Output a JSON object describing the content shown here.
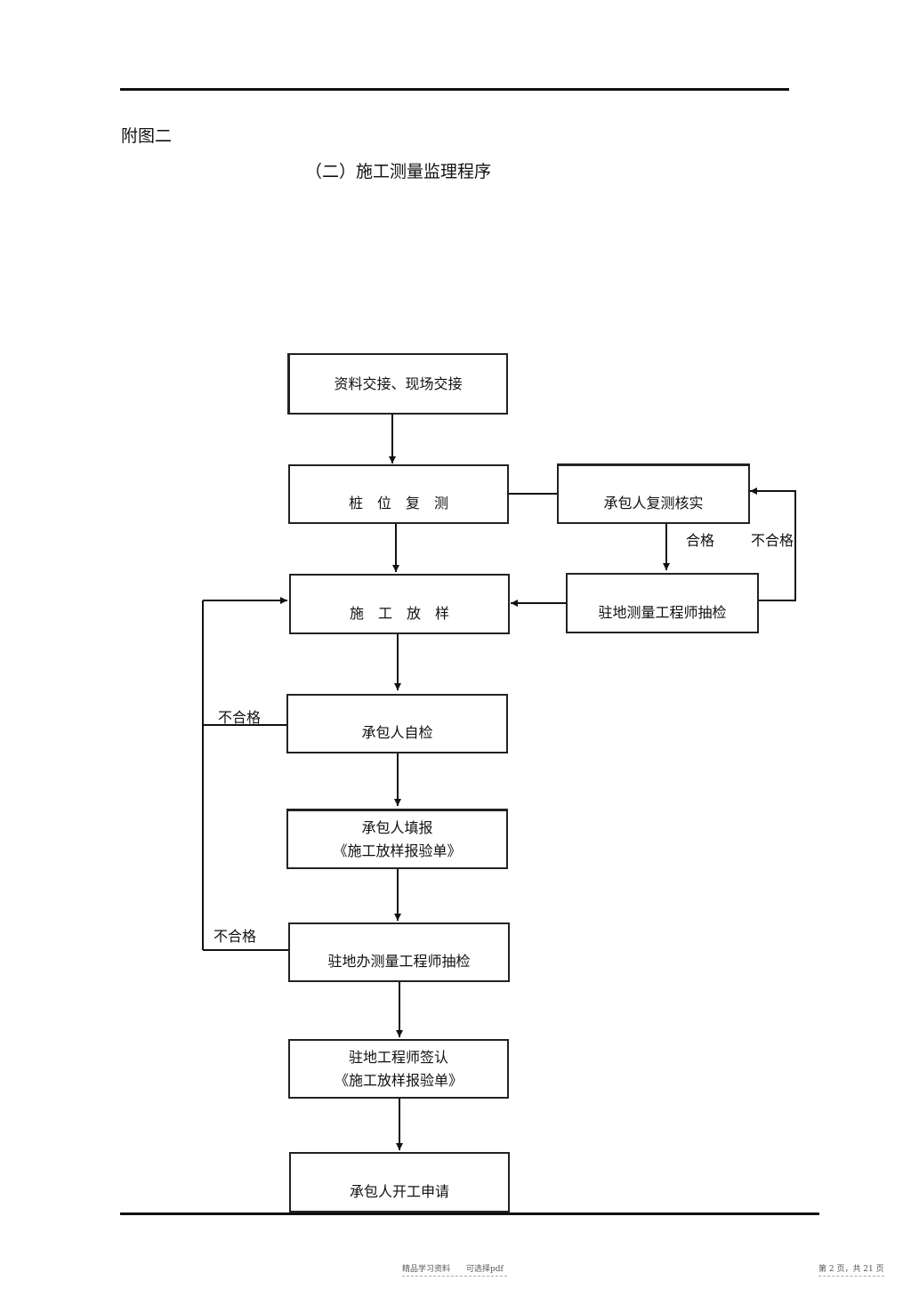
{
  "document": {
    "appendix_label": "附图二",
    "title": "（二）施工测量监理程序"
  },
  "flow": {
    "handover": "资料交接、现场交接",
    "stake_recheck": "桩　位　复　测",
    "contractor_verify": "承包人复测核实",
    "construction_layout": "施　工　放　样",
    "resident_check": "驻地测量工程师抽检",
    "self_check": "承包人自检",
    "report_line1": "承包人填报",
    "report_line2": "《施工放样报验单》",
    "office_check": "驻地办测量工程师抽检",
    "sign_line1": "驻地工程师签认",
    "sign_line2": "《施工放样报验单》",
    "start_request": "承包人开工申请"
  },
  "labels": {
    "pass": "合格",
    "fail_right": "不合格",
    "fail_self": "不合格",
    "fail_office": "不合格"
  },
  "footer": {
    "center": "精品学习资料　　可选择pdf",
    "page": "第 2 页，共 21 页"
  }
}
